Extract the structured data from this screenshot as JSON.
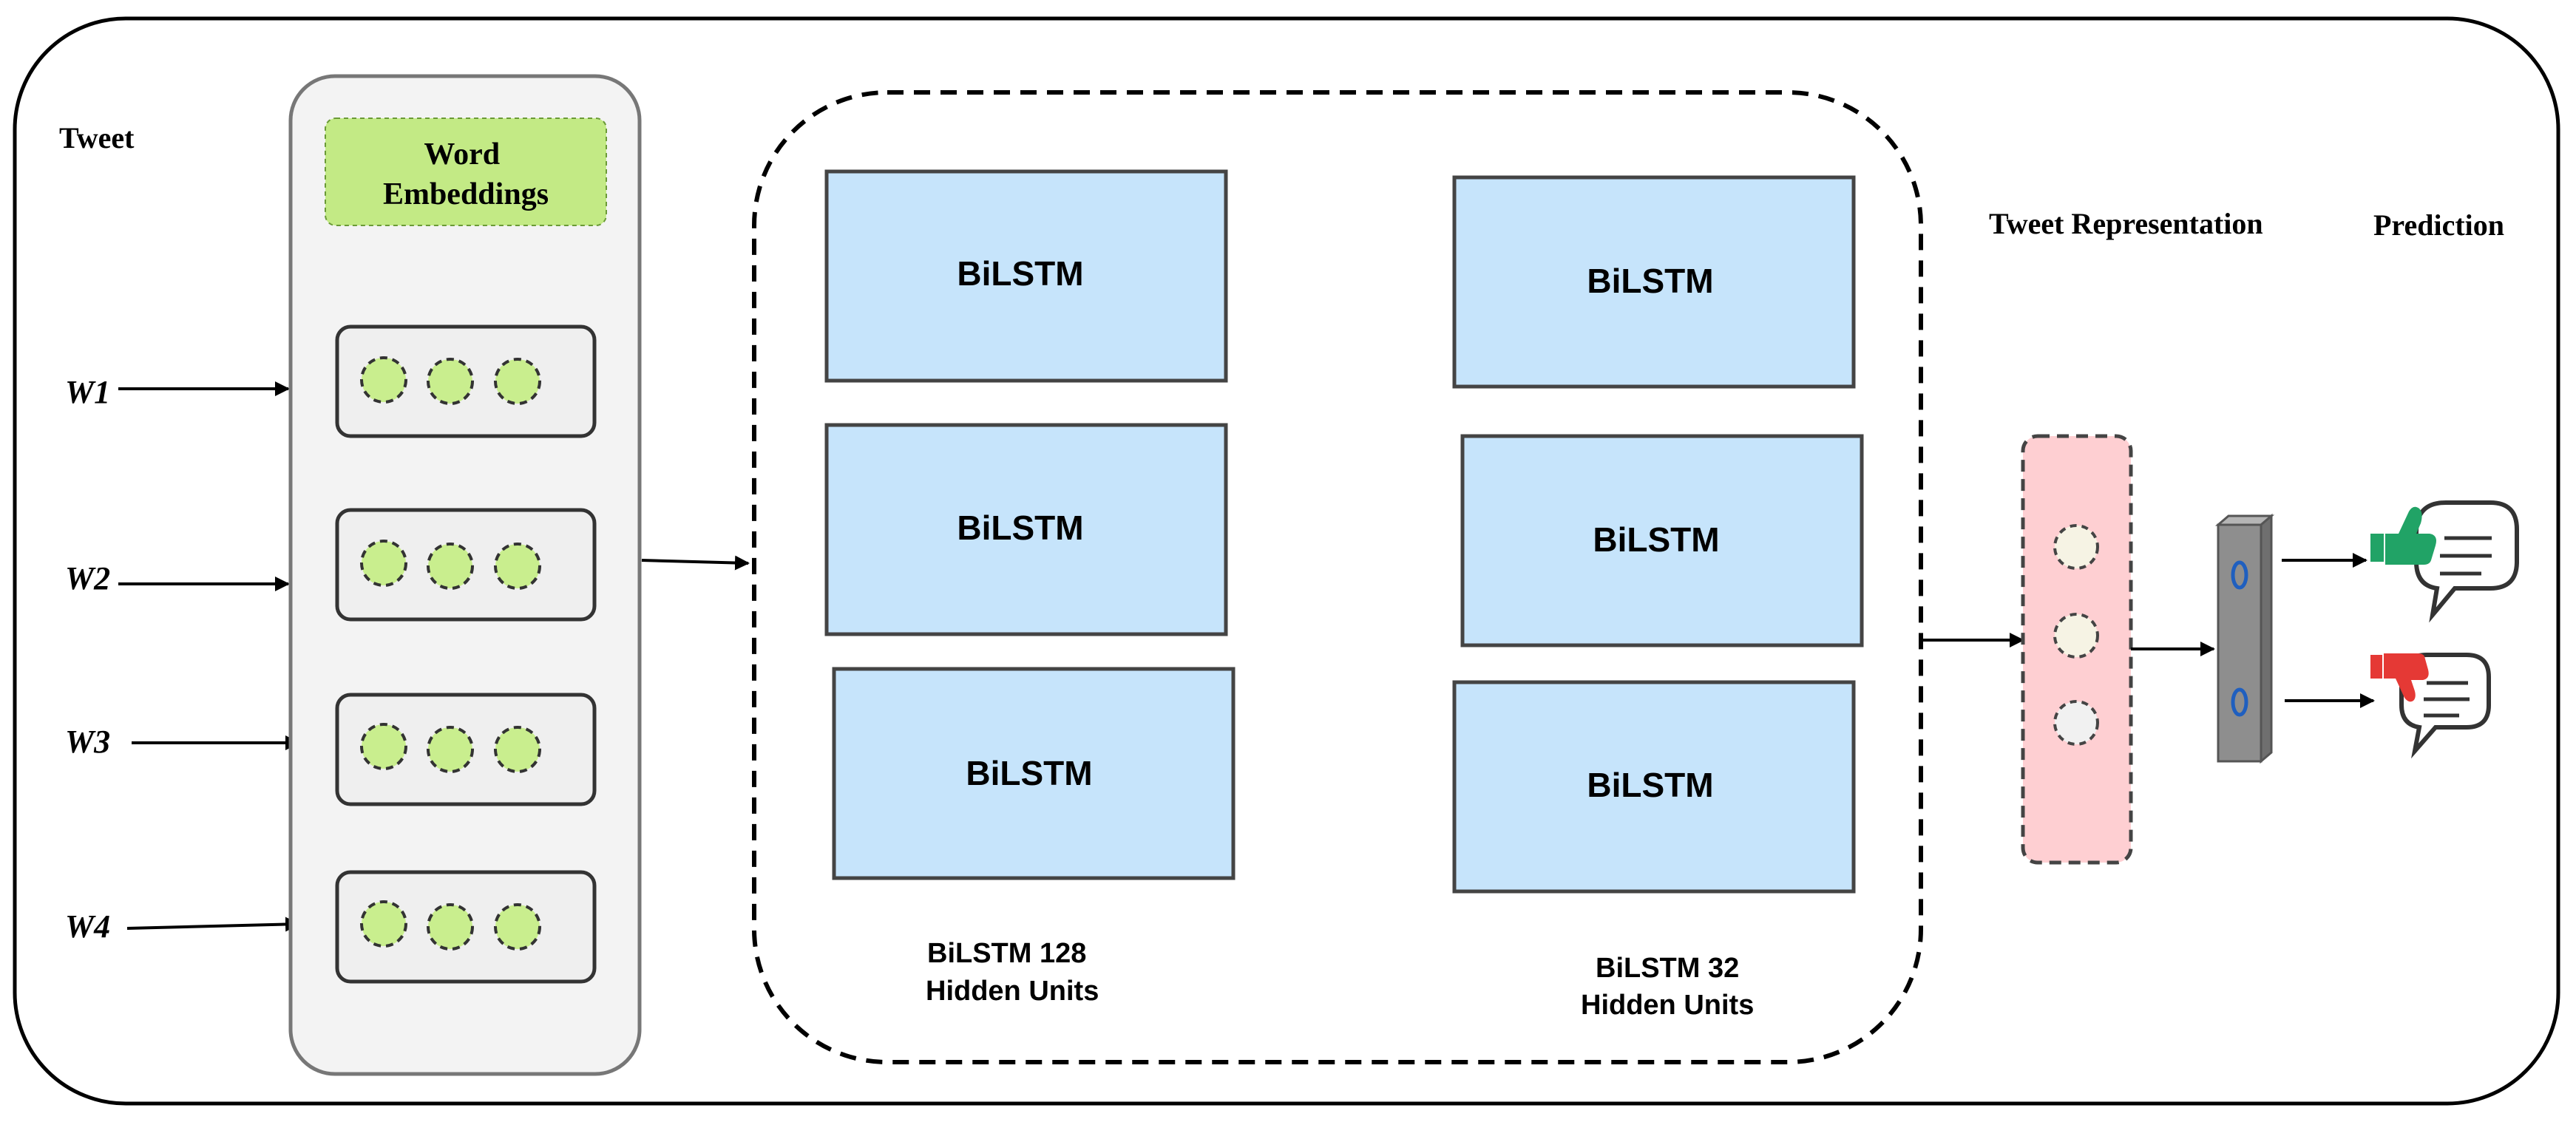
{
  "diagram": {
    "input_label": "Tweet",
    "words": [
      "W1",
      "W2",
      "W3",
      "W4"
    ],
    "embedding_title_line1": "Word",
    "embedding_title_line2": "Embeddings",
    "layer1": {
      "blocks": [
        "BiLSTM",
        "BiLSTM",
        "BiLSTM"
      ],
      "caption_line1": "BiLSTM 128",
      "caption_line2": "Hidden Units"
    },
    "layer2": {
      "blocks": [
        "BiLSTM",
        "BiLSTM",
        "BiLSTM"
      ],
      "caption_line1": "BiLSTM 32",
      "caption_line2": "Hidden Units"
    },
    "representation_label": "Tweet Representation",
    "prediction_label": "Prediction",
    "output_values": [
      "0",
      "0"
    ],
    "icons": {
      "positive": "thumbs-up-speech-bubble-icon",
      "negative": "thumbs-down-speech-bubble-icon"
    },
    "colors": {
      "embedding_header": "#c3ea85",
      "embedding_dot": "#c9ee8e",
      "bilstm_fill": "#c6e4fb",
      "representation_fill": "#fecfd2",
      "output_bar": "#8e8e8e",
      "thumbs_up": "#21a366",
      "thumbs_down": "#e53935"
    }
  }
}
